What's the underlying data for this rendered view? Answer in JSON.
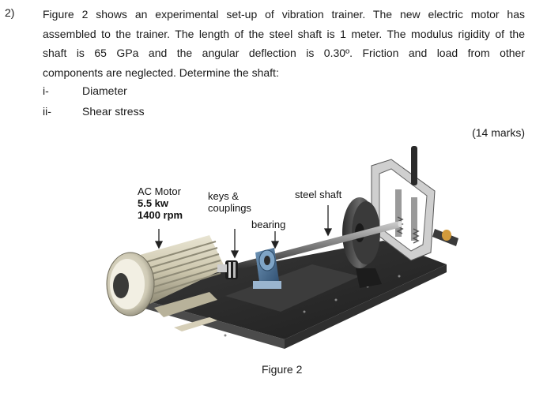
{
  "question": {
    "number": "2)",
    "lines": [
      "Figure 2 shows an experimental set-up of vibration trainer. The new electric motor has",
      "assembled to the trainer. The length of the steel shaft is 1 meter. The modulus rigidity of the",
      "shaft is 65 GPa and the angular deflection is 0.30º. Friction and load from other",
      "components are neglected. Determine the shaft:"
    ],
    "items": [
      {
        "roman": "i-",
        "text": "Diameter"
      },
      {
        "roman": "ii-",
        "text": "Shear stress"
      }
    ],
    "marks": "(14 marks)"
  },
  "figure": {
    "labels": {
      "motor_line1": "AC Motor",
      "motor_line2": "5.5 kw",
      "motor_line3": "1400 rpm",
      "keys_line1": "keys &",
      "keys_line2": "couplings",
      "bearing": "bearing",
      "shaft": "steel shaft"
    },
    "caption": "Figure 2"
  }
}
